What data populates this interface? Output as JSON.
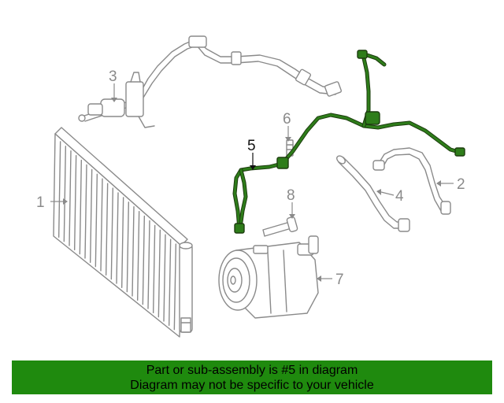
{
  "callouts": [
    {
      "id": "1",
      "label": "1"
    },
    {
      "id": "2",
      "label": "2"
    },
    {
      "id": "3",
      "label": "3"
    },
    {
      "id": "4",
      "label": "4"
    },
    {
      "id": "5",
      "label": "5"
    },
    {
      "id": "6",
      "label": "6"
    },
    {
      "id": "7",
      "label": "7"
    },
    {
      "id": "8",
      "label": "8"
    }
  ],
  "highlighted_part": "5",
  "colors": {
    "banner_bg": "#1f8a0e",
    "highlight_hose": "#2e7d1a",
    "line_art": "#8a8a8a"
  },
  "banner": {
    "line1": "Part or sub-assembly is #5 in diagram",
    "line2": "Diagram may not be specific to your vehicle"
  }
}
